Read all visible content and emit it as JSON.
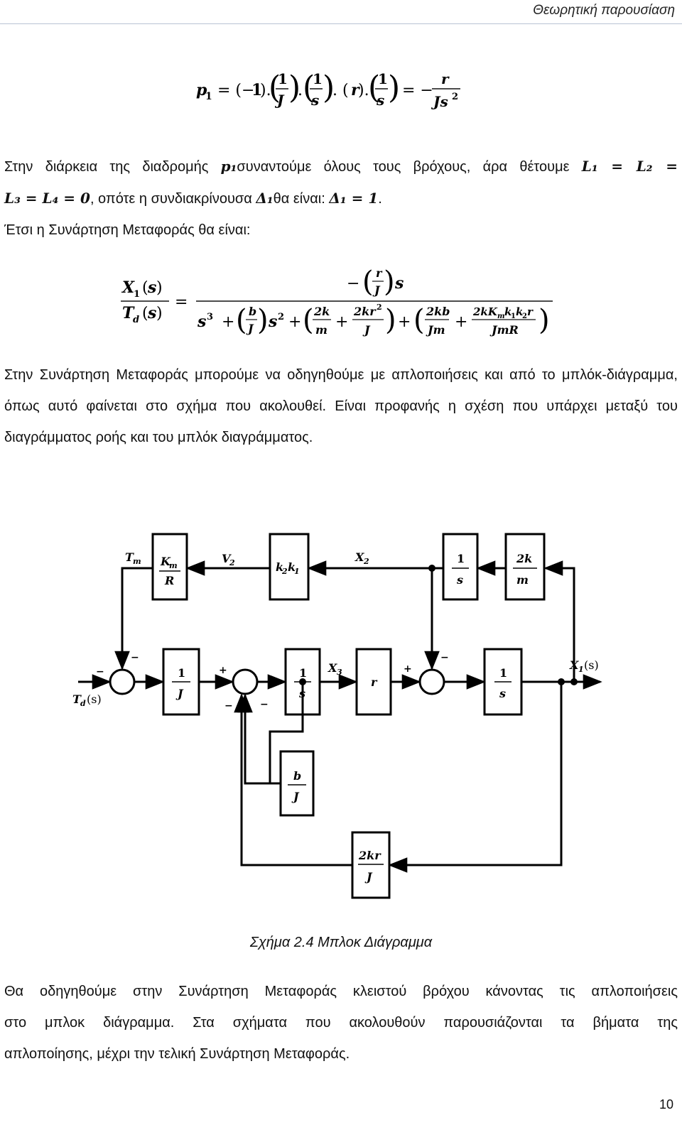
{
  "header": {
    "section_title": "Θεωρητική παρουσίαση"
  },
  "equation_p1": "p₁ = (−1).(1/J).(1/s).(r).(1/s) = − r / Js²",
  "para1": {
    "line1_a": "Στην διάρκεια της διαδρομής ",
    "line1_m1": "p₁",
    "line1_b": "συναντούμε όλους τους βρόχους, άρα θέτουμε ",
    "line1_m2": "L₁ = L₂ =",
    "line2_m1": "L₃ = L₄ = 0",
    "line2_a": ", οπότε η συνδιακρίνουσα ",
    "line2_m2": "Δ₁",
    "line2_b": "θα είναι: ",
    "line2_m3": "Δ₁ = 1",
    "line2_c": "."
  },
  "para2": "Έτσι η Συνάρτηση Μεταφοράς θα είναι:",
  "transfer_function": "X₁(s)/T_d(s) = −(r/J)s / [s³ + (b/J)s² + (2k/m + 2kr²/J) + (2kb/Jm + 2kK_m k₁k₂r/JmR)]",
  "para3": "Στην Συνάρτηση Μεταφοράς μπορούμε να οδηγηθούμε με απλοποιήσεις και από το μπλόκ-διάγραμμα, όπως αυτό φαίνεται στο σχήμα που ακολουθεί. Είναι προφανής η σχέση που υπάρχει μεταξύ του διαγράμματος ροής και του μπλόκ διαγράμματος.",
  "diagram": {
    "blocks": {
      "km_r": {
        "num": "K",
        "num_sub": "m",
        "den": "R"
      },
      "k2k1": {
        "a": "k",
        "a_sub": "2",
        "b": "k",
        "b_sub": "1"
      },
      "int_top": {
        "num": "1",
        "den": "s"
      },
      "two_k_m": {
        "num": "2k",
        "den": "m"
      },
      "one_j": {
        "num": "1",
        "den": "J"
      },
      "int_mid": {
        "num": "1",
        "den": "s"
      },
      "r": "r",
      "int_out": {
        "num": "1",
        "den": "s"
      },
      "b_j": {
        "num": "b",
        "den": "J"
      },
      "two_kr_j": {
        "num": "2kr",
        "den": "J"
      }
    },
    "labels": {
      "tm": "T",
      "tm_sub": "m",
      "v2": "V",
      "v2_sub": "2",
      "x2": "X",
      "x2_sub": "2",
      "x3": "X",
      "x3_sub": "3",
      "x1s": "X",
      "x1s_sub": "1",
      "x1s_arg": "(s)",
      "tds": "T",
      "tds_sub": "d",
      "tds_arg": "(s)"
    },
    "signs": {
      "minus": "−",
      "plus": "+"
    }
  },
  "caption": "Σχήμα 2.4 Μπλοκ Διάγραμμα",
  "para4_line1": "Θα οδηγηθούμε στην Συνάρτηση Μεταφοράς κλειστού βρόχου κάνοντας τις απλοποιήσεις",
  "para4_line2": "στο μπλοκ διάγραμμα. Στα σχήματα που ακολουθούν παρουσιάζονται τα βήματα της",
  "para4_line3": "απλοποίησης, μέχρι την τελική Συνάρτηση Μεταφοράς.",
  "page_number": "10"
}
